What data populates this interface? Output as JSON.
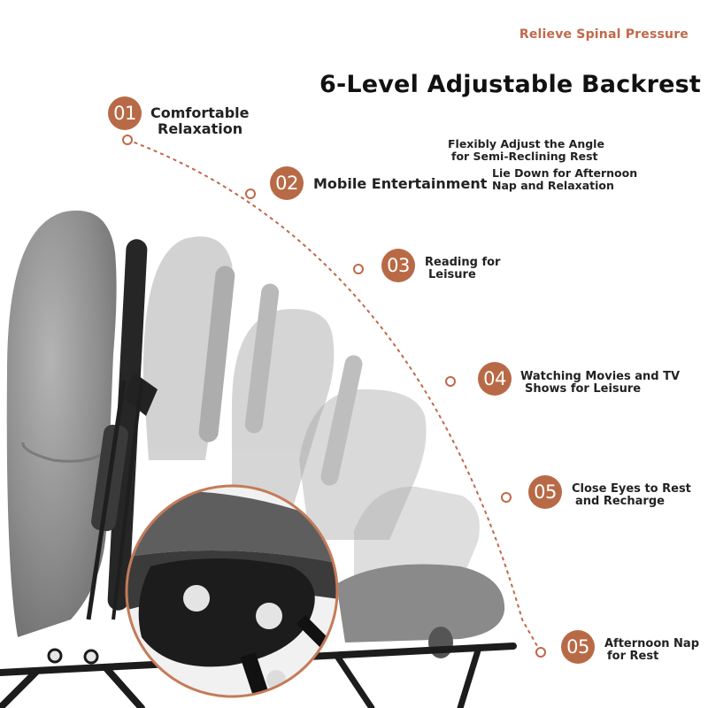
{
  "header": {
    "tagline": "Relieve Spinal Pressure",
    "headline": "6-Level Adjustable Backrest",
    "note_1_line_1": "Flexibly Adjust the Angle",
    "note_1_line_2": "for Semi-Reclining Rest",
    "note_2_line_1": "Lie Down for Afternoon",
    "note_2_line_2": "Nap and Relaxation"
  },
  "levels": [
    {
      "number": "01",
      "line_1": "Comfortable",
      "line_2": "Relaxation"
    },
    {
      "number": "02",
      "line_1": "Mobile Entertainment",
      "line_2": ""
    },
    {
      "number": "03",
      "line_1": "Reading for",
      "line_2": "Leisure"
    },
    {
      "number": "04",
      "line_1": "Watching Movies and TV",
      "line_2": "Shows for Leisure"
    },
    {
      "number": "05",
      "line_1": "Close Eyes to Rest",
      "line_2": "and Recharge"
    },
    {
      "number": "05",
      "line_1": "Afternoon Nap",
      "line_2": "for Rest"
    }
  ],
  "colors": {
    "accent": "#b86a46",
    "accent_text": "#c0694a",
    "fabric": "#8e8e8e",
    "frame": "#1e1e1e",
    "text": "#222222"
  }
}
